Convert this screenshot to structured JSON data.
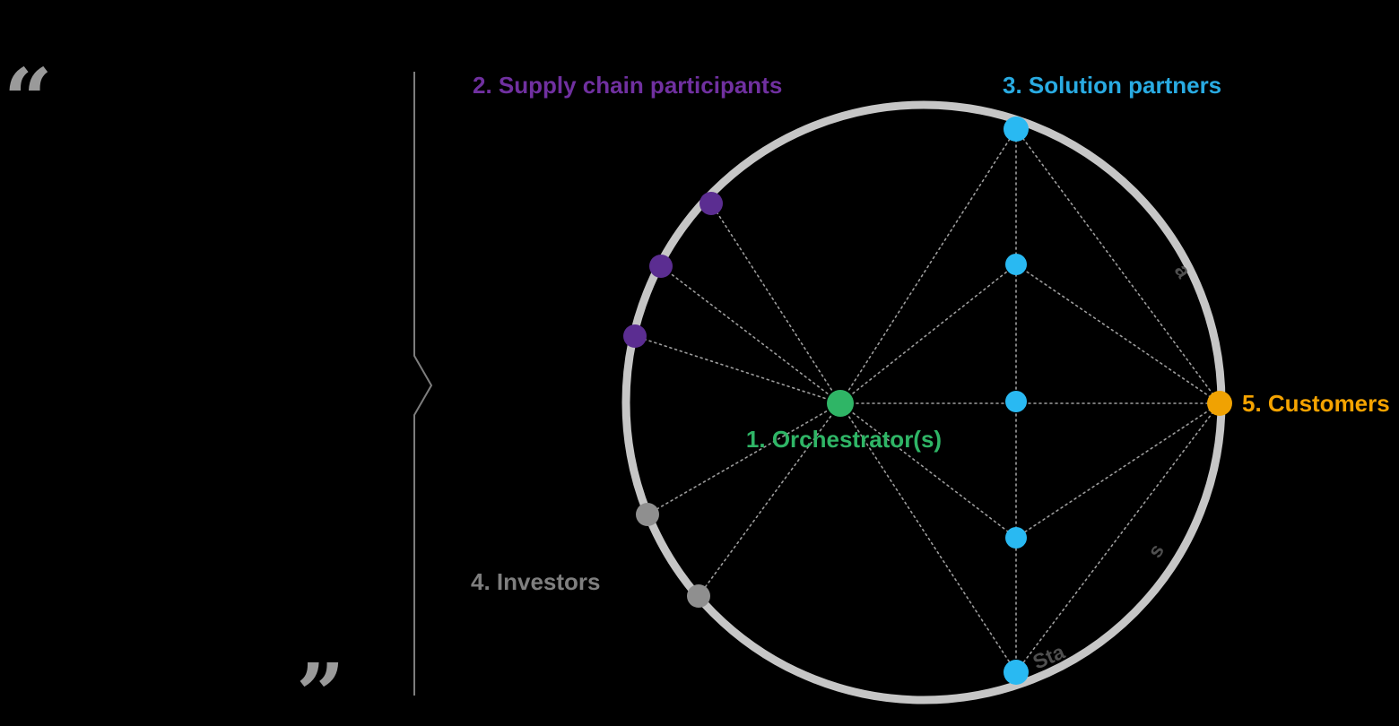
{
  "quote": {
    "open_mark": "“",
    "close_mark": "”"
  },
  "diagram": {
    "labels": {
      "orchestrator": "1. Orchestrator(s)",
      "supply_chain": "2. Supply chain participants",
      "solution_partners": "3. Solution partners",
      "investors": "4. Investors",
      "customers": "5. Customers"
    },
    "ring_fragments": {
      "top_right": "a",
      "bottom_right": "s",
      "bottom": "Sta"
    }
  },
  "colors": {
    "background": "#000000",
    "ring": "#c6c6c6",
    "connector": "#9d9d9d",
    "divider": "#7d7d7d",
    "quote_marks": "#9a9a9a",
    "ring_text": "#4f4f4f",
    "orchestrator": "#2fb566",
    "supply_chain_label": "#7030a0",
    "supply_chain_node": "#5b2d91",
    "solution_partners_label": "#29abe2",
    "solution_partners_node": "#29b9f2",
    "investors_label": "#7f7f7f",
    "investors_node": "#8f8f8f",
    "customers_label": "#f5a300",
    "customers_node": "#f0a202"
  }
}
